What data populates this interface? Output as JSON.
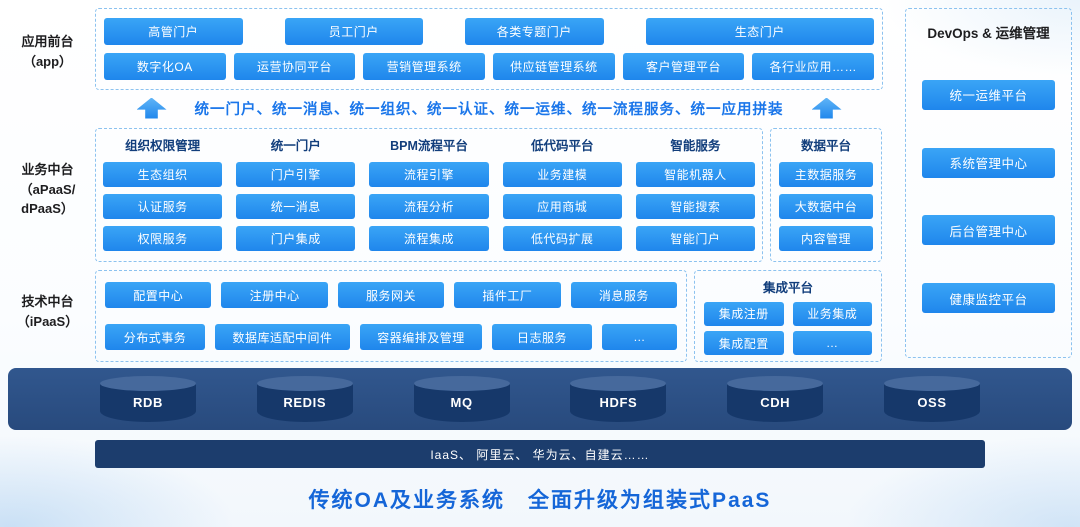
{
  "labels": {
    "app": [
      "应用前台",
      "（app）"
    ],
    "business": [
      "业务中台",
      "（aPaaS/",
      "dPaaS）"
    ],
    "tech": [
      "技术中台",
      "（iPaaS）"
    ]
  },
  "app": {
    "row1": [
      "高管门户",
      "员工门户",
      "各类专题门户",
      "生态门户"
    ],
    "row2": [
      "数字化OA",
      "运营协同平台",
      "营销管理系统",
      "供应链管理系统",
      "客户管理平台",
      "各行业应用……"
    ]
  },
  "unify": {
    "text": "统一门户、统一消息、统一组织、统一认证、统一运维、统一流程服务、统一应用拼装"
  },
  "business": {
    "columns": [
      {
        "header": "组织权限管理",
        "items": [
          "生态组织",
          "认证服务",
          "权限服务"
        ]
      },
      {
        "header": "统一门户",
        "items": [
          "门户引擎",
          "统一消息",
          "门户集成"
        ]
      },
      {
        "header": "BPM流程平台",
        "items": [
          "流程引擎",
          "流程分析",
          "流程集成"
        ]
      },
      {
        "header": "低代码平台",
        "items": [
          "业务建模",
          "应用商城",
          "低代码扩展"
        ]
      },
      {
        "header": "智能服务",
        "items": [
          "智能机器人",
          "智能搜索",
          "智能门户"
        ]
      }
    ],
    "data_platform": {
      "header": "数据平台",
      "items": [
        "主数据服务",
        "大数据中台",
        "内容管理"
      ]
    }
  },
  "tech": {
    "row1": [
      "配置中心",
      "注册中心",
      "服务网关",
      "插件工厂",
      "消息服务"
    ],
    "row2": [
      "分布式事务",
      "数据库适配中间件",
      "容器编排及管理",
      "日志服务",
      "…"
    ],
    "integration": {
      "header": "集成平台",
      "items": [
        "集成注册",
        "业务集成",
        "集成配置",
        "…"
      ]
    }
  },
  "storage": {
    "items": [
      "RDB",
      "REDIS",
      "MQ",
      "HDFS",
      "CDH",
      "OSS"
    ]
  },
  "iaas": {
    "text": "IaaS、 阿里云、 华为云、自建云……"
  },
  "devops": {
    "title": "DevOps & 运维管理",
    "items": [
      "统一运维平台",
      "系统管理中心",
      "后台管理中心",
      "健康监控平台"
    ]
  },
  "footer": {
    "title": "传统OA及业务系统　全面升级为组装式PaaS"
  },
  "colors": {
    "button_blue": "#1f86ec",
    "accent_text": "#1a73e8",
    "navy_bar": "#2b5086",
    "navy_dark": "#1c3d6d",
    "dashed_border": "#8cc2ef"
  }
}
